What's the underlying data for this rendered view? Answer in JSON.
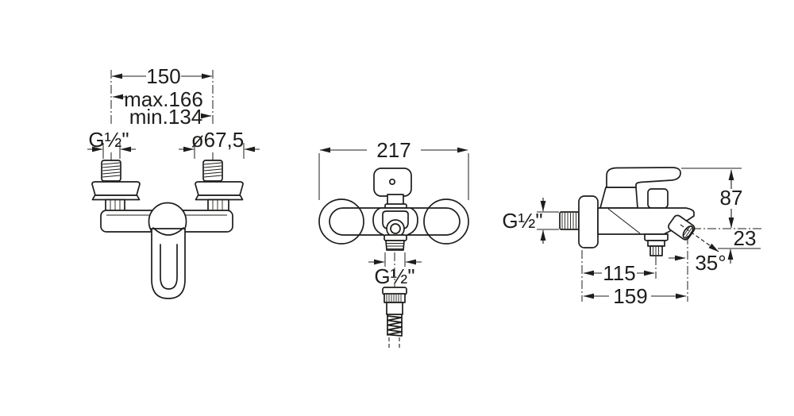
{
  "page": {
    "background": "#ffffff",
    "line_color": "#1d1d1b",
    "description": "technical dimension drawing, wall-mounted bath-shower mixer, three views"
  },
  "views": {
    "front": {
      "dim_inlet_spacing": "150",
      "dim_max": "max.166",
      "dim_min": "min.134",
      "inlet_thread": "G½\"",
      "escutcheon_diameter": "ø67,5"
    },
    "bottom": {
      "dim_overall_width": "217",
      "outlet_thread": "G½\""
    },
    "side": {
      "inlet_thread": "G½\"",
      "dim_height": "87",
      "dim_spout_drop": "23",
      "spout_angle": "35°",
      "dim_wall_to_outlet": "115",
      "dim_wall_to_spout_tip": "159"
    }
  }
}
